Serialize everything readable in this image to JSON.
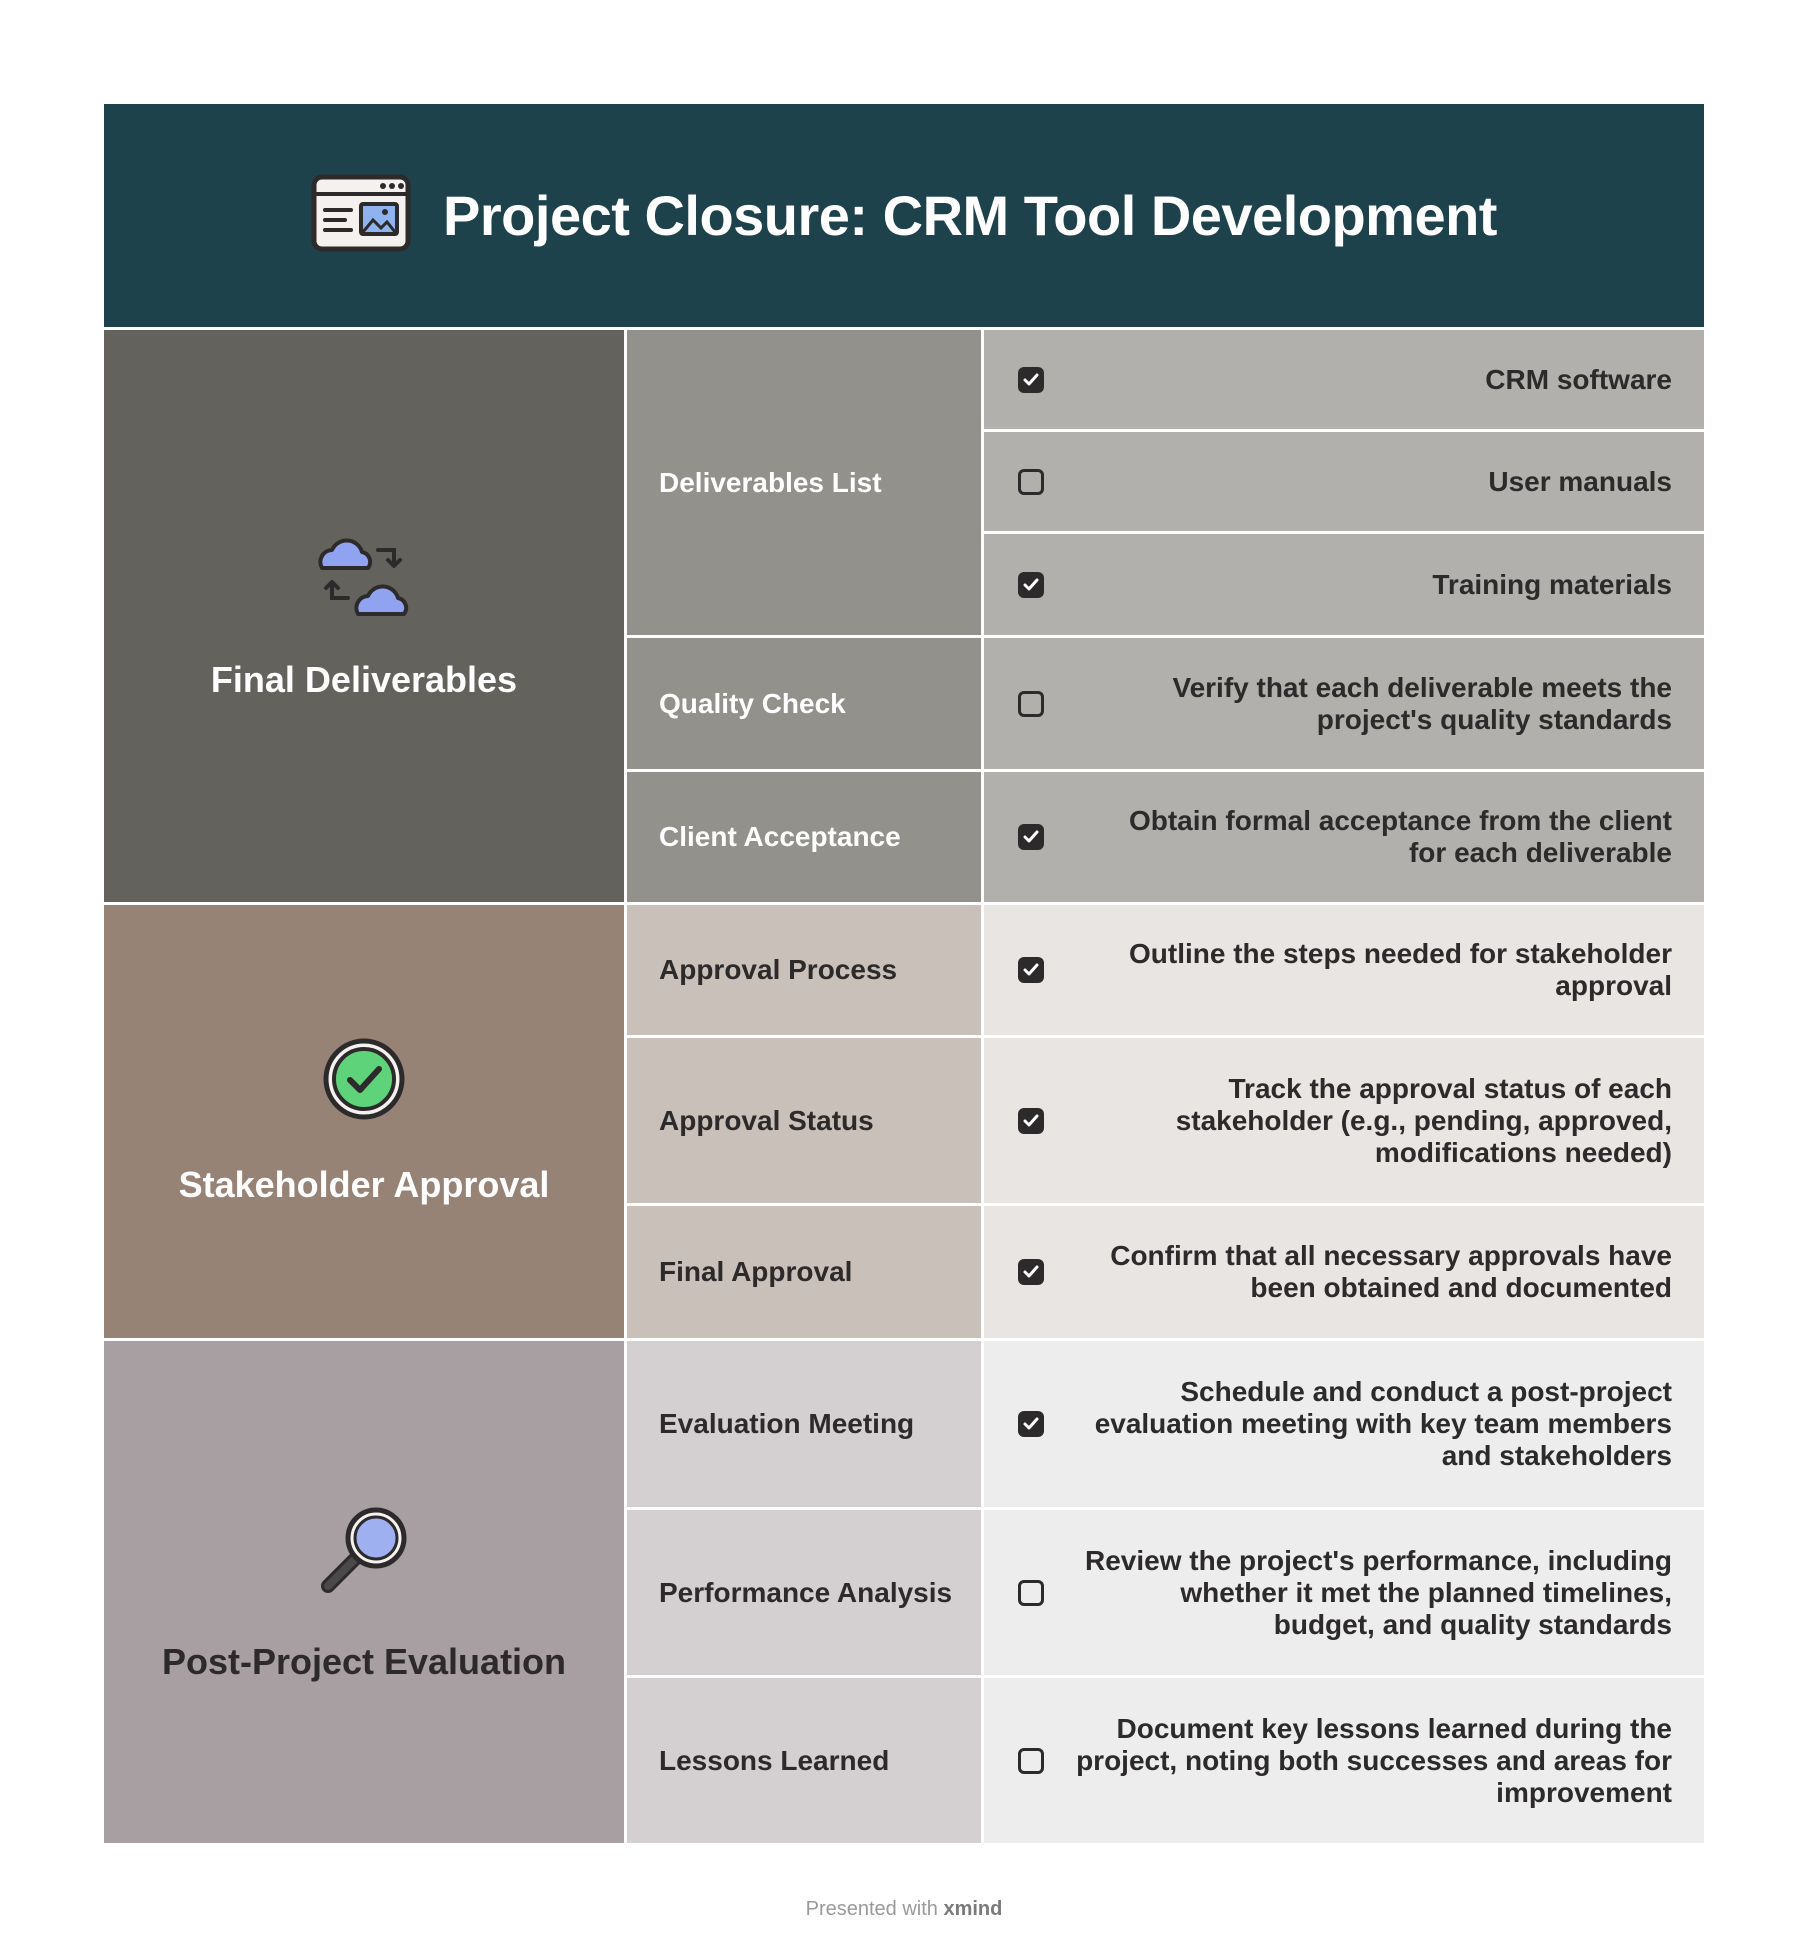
{
  "title": "Project Closure: CRM Tool Development",
  "colors": {
    "header": "#1e424c",
    "final_cat": "#63625d",
    "final_sub": "#92918c",
    "final_item": "#b1b0ac",
    "stake_cat": "#978375",
    "stake_sub": "#c9c0ba",
    "stake_item": "#e8e5e3",
    "post_cat": "#a89fa3",
    "post_sub": "#d4d0d2",
    "post_item": "#eeedee"
  },
  "sections": [
    {
      "label": "Final Deliverables",
      "icon": "cloud-sync-icon",
      "subs": [
        {
          "label": "Deliverables List",
          "items": [
            {
              "text": "CRM software",
              "checked": true
            },
            {
              "text": "User manuals",
              "checked": false
            },
            {
              "text": "Training materials",
              "checked": true
            }
          ]
        },
        {
          "label": "Quality Check",
          "items": [
            {
              "text": "Verify that each deliverable meets the\nproject's quality standards",
              "checked": false
            }
          ]
        },
        {
          "label": "Client Acceptance",
          "items": [
            {
              "text": "Obtain formal acceptance from the client\nfor each deliverable",
              "checked": true
            }
          ]
        }
      ]
    },
    {
      "label": "Stakeholder Approval",
      "icon": "check-circle-icon",
      "subs": [
        {
          "label": "Approval Process",
          "items": [
            {
              "text": "Outline the steps needed for stakeholder\napproval",
              "checked": true
            }
          ]
        },
        {
          "label": "Approval Status",
          "items": [
            {
              "text": "Track the approval status of each\nstakeholder (e.g., pending, approved,\nmodifications needed)",
              "checked": true
            }
          ]
        },
        {
          "label": "Final Approval",
          "items": [
            {
              "text": "Confirm that all necessary approvals have\nbeen obtained and documented",
              "checked": true
            }
          ]
        }
      ]
    },
    {
      "label": "Post-Project Evaluation",
      "icon": "magnifier-icon",
      "subs": [
        {
          "label": "Evaluation Meeting",
          "items": [
            {
              "text": "Schedule and conduct a post-project\nevaluation meeting with key team members\nand stakeholders",
              "checked": true
            }
          ]
        },
        {
          "label": "Performance Analysis",
          "items": [
            {
              "text": "Review the project's performance, including\nwhether it met the planned timelines,\nbudget, and quality standards",
              "checked": false
            }
          ]
        },
        {
          "label": "Lessons Learned",
          "items": [
            {
              "text": "Document key lessons learned during the\nproject, noting both successes and areas for\nimprovement",
              "checked": false
            }
          ]
        }
      ]
    }
  ],
  "footer": {
    "prefix": "Presented with",
    "brand": "xmind"
  }
}
